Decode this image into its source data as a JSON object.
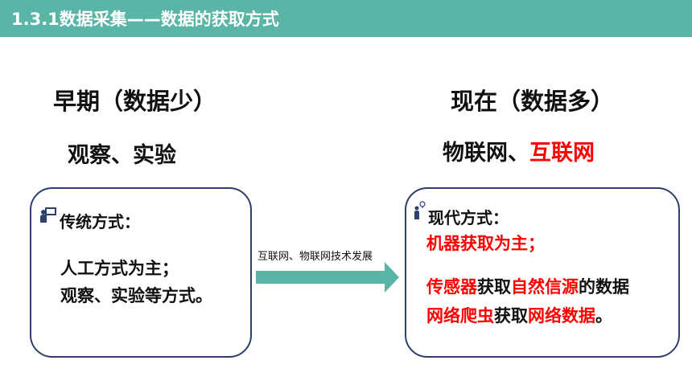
{
  "header": {
    "title": "1.3.1数据采集——数据的获取方式",
    "bg_color": "#5bb5a7"
  },
  "left": {
    "heading": "早期（数据少）",
    "subheading": "观察、实验",
    "box": {
      "icon": "presenter-icon",
      "title": "传统方式：",
      "lines": [
        "人工方式为主；",
        "观察、实验等方式。"
      ]
    }
  },
  "arrow": {
    "label": "互联网、物联网技术发展",
    "color": "#5bb5a7"
  },
  "right": {
    "heading": "现在（数据多）",
    "subheading_black": "物联网、",
    "subheading_red": "互联网",
    "box": {
      "icon": "idea-person-icon",
      "title": "现代方式：",
      "line1": "机器获取为主；",
      "line2": [
        {
          "text": "传感器",
          "red": true
        },
        {
          "text": "获取",
          "red": false
        },
        {
          "text": "自然信源",
          "red": true
        },
        {
          "text": "的数据",
          "red": false
        }
      ],
      "line3": [
        {
          "text": "网络爬虫",
          "red": true
        },
        {
          "text": "获取",
          "red": false
        },
        {
          "text": "网络数据",
          "red": true
        },
        {
          "text": "。",
          "red": false
        }
      ]
    }
  },
  "colors": {
    "accent_red": "#ff0000",
    "box_border": "#2e3f6b"
  }
}
